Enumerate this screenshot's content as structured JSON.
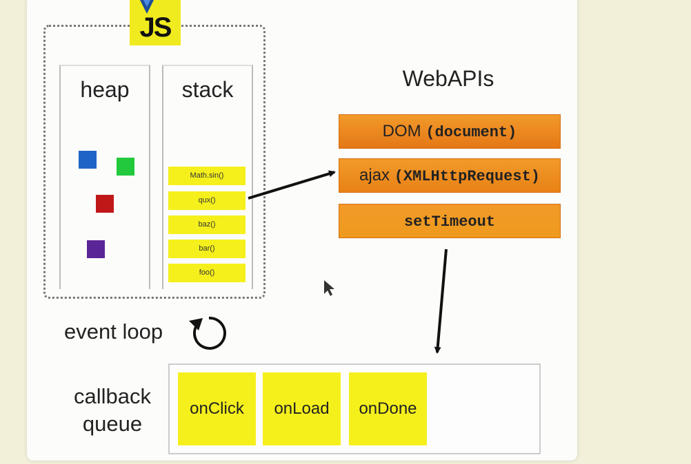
{
  "logo": {
    "text": "JS",
    "color": "#f0eb1e"
  },
  "heap": {
    "title": "heap",
    "objects": [
      {
        "color": "#1f63c6"
      },
      {
        "color": "#22c93c"
      },
      {
        "color": "#c01818"
      },
      {
        "color": "#5a2596"
      }
    ]
  },
  "stack": {
    "title": "stack",
    "frames": [
      "Math.sin()",
      "qux()",
      "baz()",
      "bar()",
      "foo()"
    ],
    "color": "#f5f01c"
  },
  "webapis": {
    "title": "WebAPIs",
    "items": [
      {
        "prefix": "DOM ",
        "code": "(document)",
        "color": "#e47716"
      },
      {
        "prefix": "ajax ",
        "code": "(XMLHttpRequest)",
        "color": "#e88116"
      },
      {
        "prefix": "",
        "code": "setTimeout",
        "color": "#ee9a1c"
      }
    ]
  },
  "event_loop": {
    "label": "event loop"
  },
  "callback_queue": {
    "label_line1": "callback",
    "label_line2": "queue",
    "items": [
      "onClick",
      "onLoad",
      "onDone"
    ]
  }
}
